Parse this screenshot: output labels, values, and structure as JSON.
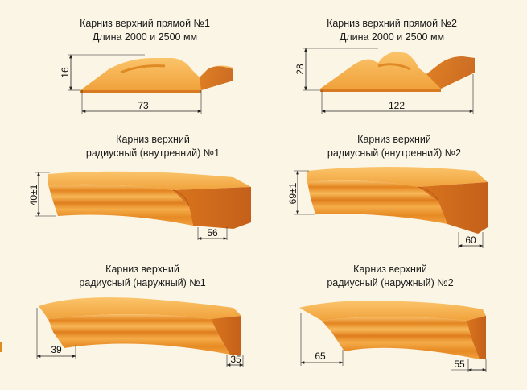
{
  "colors": {
    "background": "#fbf5e6",
    "wood_light": "#f7b04a",
    "wood_mid": "#ee9227",
    "wood_dark": "#c9661a",
    "dimension_line": "#222222"
  },
  "panels": [
    {
      "title_lines": [
        "Карниз верхний прямой №1",
        "Длина 2000 и 2500 мм"
      ],
      "dims": [
        "16",
        "73"
      ]
    },
    {
      "title_lines": [
        "Карниз верхний прямой №2",
        "Длина 2000 и 2500 мм"
      ],
      "dims": [
        "28",
        "122"
      ]
    },
    {
      "title_lines": [
        "Карниз верхний",
        "радиусный (внутренний) №1"
      ],
      "dims": [
        "40±1",
        "56"
      ]
    },
    {
      "title_lines": [
        "Карниз верхний",
        "радиусный (внутренний) №2"
      ],
      "dims": [
        "69±1",
        "60"
      ]
    },
    {
      "title_lines": [
        "Карниз верхний",
        "радиусный (наружный) №1"
      ],
      "dims": [
        "39",
        "35"
      ]
    },
    {
      "title_lines": [
        "Карниз верхний",
        "радиусный (наружный) №2"
      ],
      "dims": [
        "65",
        "55"
      ]
    }
  ]
}
